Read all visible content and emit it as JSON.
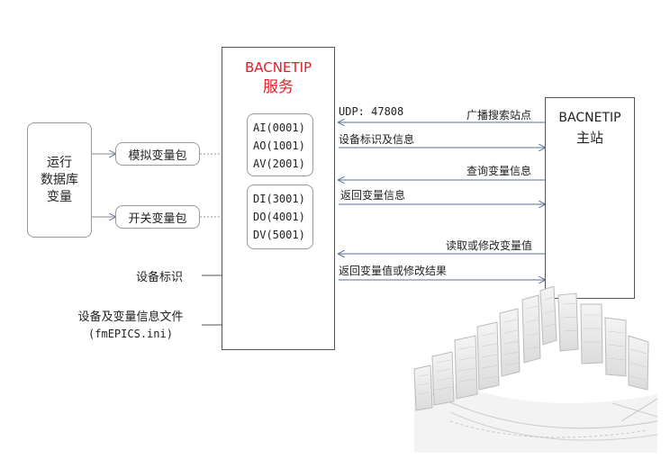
{
  "left_box": {
    "lines": [
      "运行",
      "数据库",
      "变量"
    ]
  },
  "analog_package": "模拟变量包",
  "switch_package": "开关变量包",
  "server": {
    "title_line1": "BACNETIP",
    "title_line2": "服务"
  },
  "analog_points": [
    "AI(0001)",
    "AO(1001)",
    "AV(2001)"
  ],
  "digital_points": [
    "DI(3001)",
    "DO(4001)",
    "DV(5001)"
  ],
  "device_id_label": "设备标识",
  "config_file": {
    "line1": "设备及变量信息文件",
    "line2": "(fmEPICS.ini)"
  },
  "master": {
    "title_line1": "BACNETIP",
    "title_line2": "主站"
  },
  "messages": {
    "udp": "UDP: 47808",
    "broadcast": "广播搜索站点",
    "device_info": "设备标识及信息",
    "query": "查询变量信息",
    "return_info": "返回变量信息",
    "read_modify": "读取或修改变量值",
    "return_result": "返回变量值或修改结果"
  },
  "colors": {
    "server_title": "#e0202a",
    "arrow": "#5a6f9a",
    "border": "#777777"
  }
}
